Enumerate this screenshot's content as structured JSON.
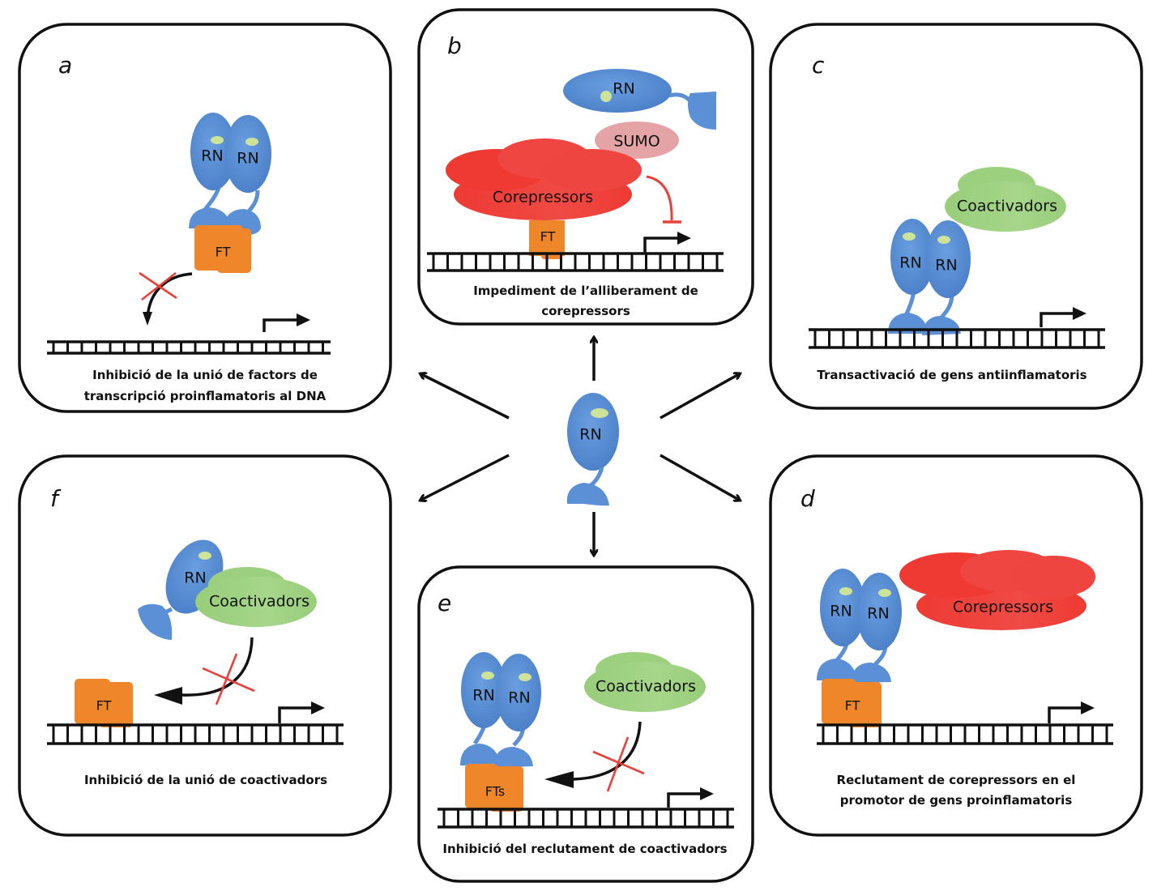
{
  "figure": {
    "colors": {
      "receptor_blue": "#5b8fd6",
      "receptor_blue_dark": "#4a7fc8",
      "ligand_green": "#cde39a",
      "tf_orange": "#f0862a",
      "corepressor_red": "#ef3b33",
      "coactivator_green": "#9dd07e",
      "sumo_pink": "#e4a4a6",
      "inhibit_red": "#e8413a",
      "outline": "#111111"
    },
    "center": {
      "label": "RN"
    },
    "labels": {
      "rn": "RN",
      "ft": "FT",
      "fts": "FTs",
      "sumo": "SUMO",
      "corepressors": "Corepressors",
      "coactivators": "Coactivadors"
    },
    "panels": [
      {
        "id": "a",
        "letter": "a",
        "caption": [
          "Inhibició de la unió de factors de",
          "transcripció proinflamatoris al DNA"
        ]
      },
      {
        "id": "b",
        "letter": "b",
        "caption": [
          "Impediment de l’alliberament de",
          "corepressors"
        ]
      },
      {
        "id": "c",
        "letter": "c",
        "caption": [
          "Transactivació de gens antiinflamatoris"
        ]
      },
      {
        "id": "d",
        "letter": "d",
        "caption": [
          "Reclutament de corepressors en el",
          "promotor de gens proinflamatoris"
        ]
      },
      {
        "id": "e",
        "letter": "e",
        "caption": [
          "Inhibició del reclutament de coactivadors"
        ]
      },
      {
        "id": "f",
        "letter": "f",
        "caption": [
          "Inhibició de la unió de coactivadors"
        ]
      }
    ]
  }
}
